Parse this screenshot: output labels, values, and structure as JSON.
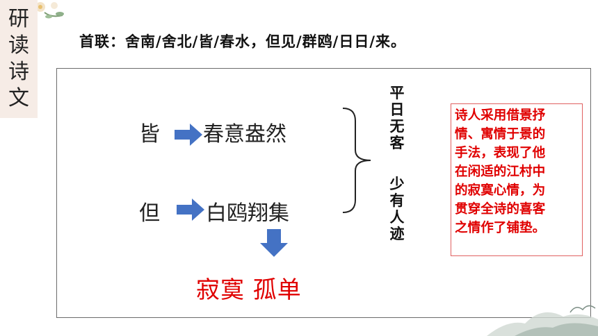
{
  "sidebar": {
    "tab_chars": [
      "研",
      "读",
      "诗",
      "文"
    ]
  },
  "heading": {
    "text": "首联：舍南/舍北/皆/春水，但见/群鸥/日日/来。"
  },
  "diagram": {
    "row1": {
      "key": "皆",
      "value": "春意盎然"
    },
    "row2": {
      "key": "但",
      "value": "白鸥翔集"
    },
    "conclusion": "寂寞 孤单",
    "vertical_1": [
      "平",
      "日",
      "无",
      "客"
    ],
    "vertical_2": [
      "少",
      "有",
      "人",
      "迹"
    ]
  },
  "note": {
    "lines": [
      "诗人采用借景抒",
      "情、寓情于景的",
      "手法，表现了他",
      "在闲适的江村中",
      "的寂寞心情，为",
      "贯穿全诗的喜客",
      "之情作了铺垫。"
    ]
  },
  "colors": {
    "accent_red": "#e00000",
    "arrow_blue": "#4472c4",
    "tab_bg": "#f6ece6"
  }
}
